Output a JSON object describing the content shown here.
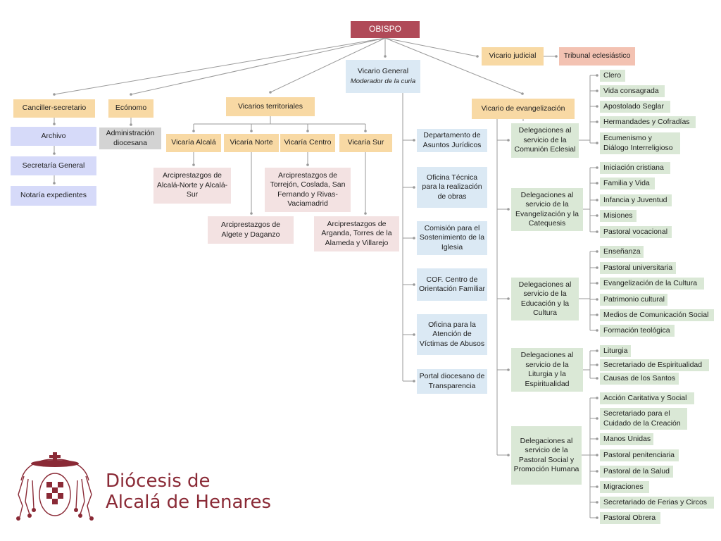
{
  "colors": {
    "bishop": "#b04a58",
    "vicar": "#f8d9a4",
    "court": "#f3c2b2",
    "office": "#dbe9f4",
    "chancery": "#d6daf9",
    "admin": "#d3d3d3",
    "archpriest": "#f3e2e2",
    "delegation": "#dae8d6",
    "line": "#9a9a9a",
    "brand": "#8a2a36"
  },
  "nodes": {
    "obispo": "OBISPO",
    "vicario_judicial": "Vicario judicial",
    "tribunal": "Tribunal eclesiástico",
    "vicario_general": "Vicario General",
    "moderador": "Moderador de la curia",
    "canciller": "Canciller-secretario",
    "ecónomo": "Ecónomo",
    "vicarios_territoriales": "Vicarios territoriales",
    "vicario_evangelizacion": "Vicario de evangelización",
    "archivo": "Archivo",
    "secretaria": "Secretaría General",
    "notaria": "Notaría expedientes",
    "administracion": "Administración diocesana",
    "vicaria_alcala": "Vicaría Alcalá",
    "vicaria_norte": "Vicaría Norte",
    "vicaria_centro": "Vicaría Centro",
    "vicaria_sur": "Vicaría Sur",
    "arc_alcala": "Arciprestazgos de Alcalá-Norte y Alcalá-Sur",
    "arc_norte": "Arciprestazgos de Algete y Daganzo",
    "arc_centro": "Arciprestazgos de Torrejón, Coslada, San Fernando y Rivas-Vaciamadrid",
    "arc_sur": "Arciprestazgos de Arganda, Torres de la Alameda y Villarejo"
  },
  "offices": [
    "Departamento de Asuntos Jurídicos",
    "Oficina Técnica para la realización de obras",
    "Comisión para el Sostenimiento de la Iglesia",
    "COF. Centro de Orientación Familiar",
    "Oficina para la Atención de Víctimas de Abusos",
    "Portal diocesano de Transparencia"
  ],
  "delegations": [
    {
      "name": "Delegaciones al servicio de la Comunión Eclesial",
      "items": [
        "Clero",
        "Vida consagrada",
        "Apostolado Seglar",
        "Hermandades y Cofradías",
        "Ecumenismo y Diálogo Interreligioso"
      ]
    },
    {
      "name": "Delegaciones al servicio de la Evangelización y la Catequesis",
      "items": [
        "Iniciación cristiana",
        "Familia y Vida",
        "Infancia y Juventud",
        "Misiones",
        "Pastoral vocacional"
      ]
    },
    {
      "name": "Delegaciones al servicio de la Educación y la Cultura",
      "items": [
        "Enseñanza",
        "Pastoral universitaria",
        "Evangelización de la Cultura",
        "Patrimonio cultural",
        "Medios de Comunicación Social",
        "Formación teológica"
      ]
    },
    {
      "name": "Delegaciones al servicio de la Liturgia y la Espiritualidad",
      "items": [
        "Liturgia",
        "Secretariado de Espiritualidad",
        "Causas de los Santos"
      ]
    },
    {
      "name": "Delegaciones al servicio de la Pastoral Social y Promoción Humana",
      "items": [
        "Acción Caritativa y Social",
        "Secretariado para el Cuidado de la Creación",
        "Manos Unidas",
        "Pastoral penitenciaria",
        "Pastoral de la Salud",
        "Migraciones",
        "Secretariado de Ferias y Circos",
        "Pastoral Obrera"
      ]
    }
  ],
  "logo": {
    "line1": "Diócesis de",
    "line2": "Alcalá de Henares",
    "icon": "episcopal-coat-of-arms-icon"
  }
}
